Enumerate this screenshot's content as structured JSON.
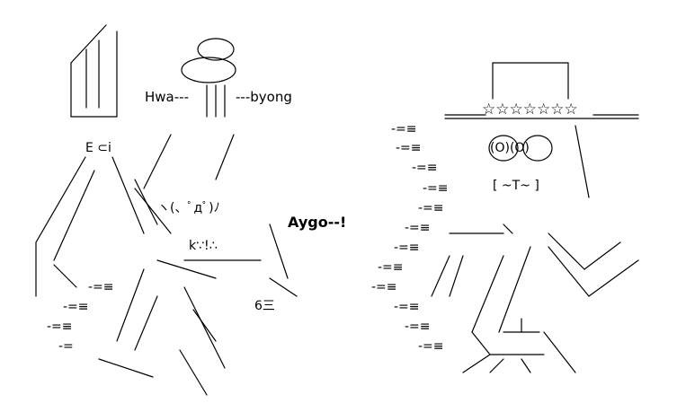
{
  "labels": {
    "hwa": "Hwa---",
    "byong": "---byong",
    "aygo": "Aygo--!"
  },
  "hat_stars": "☆☆☆☆☆☆☆",
  "speed_marks": "-=≡",
  "speed_mark_short": "-=",
  "faces": {
    "eyes_left": "(O)(O)",
    "mouth_left": "[ ~T~ ]",
    "ec": "E ⊂i",
    "omega": "ヽ(、ﾟдﾟ)ﾉ",
    "six": "6三",
    "k_face": "k∵!∴"
  },
  "colors": {
    "ink": "#000000",
    "bg": "#ffffff"
  }
}
